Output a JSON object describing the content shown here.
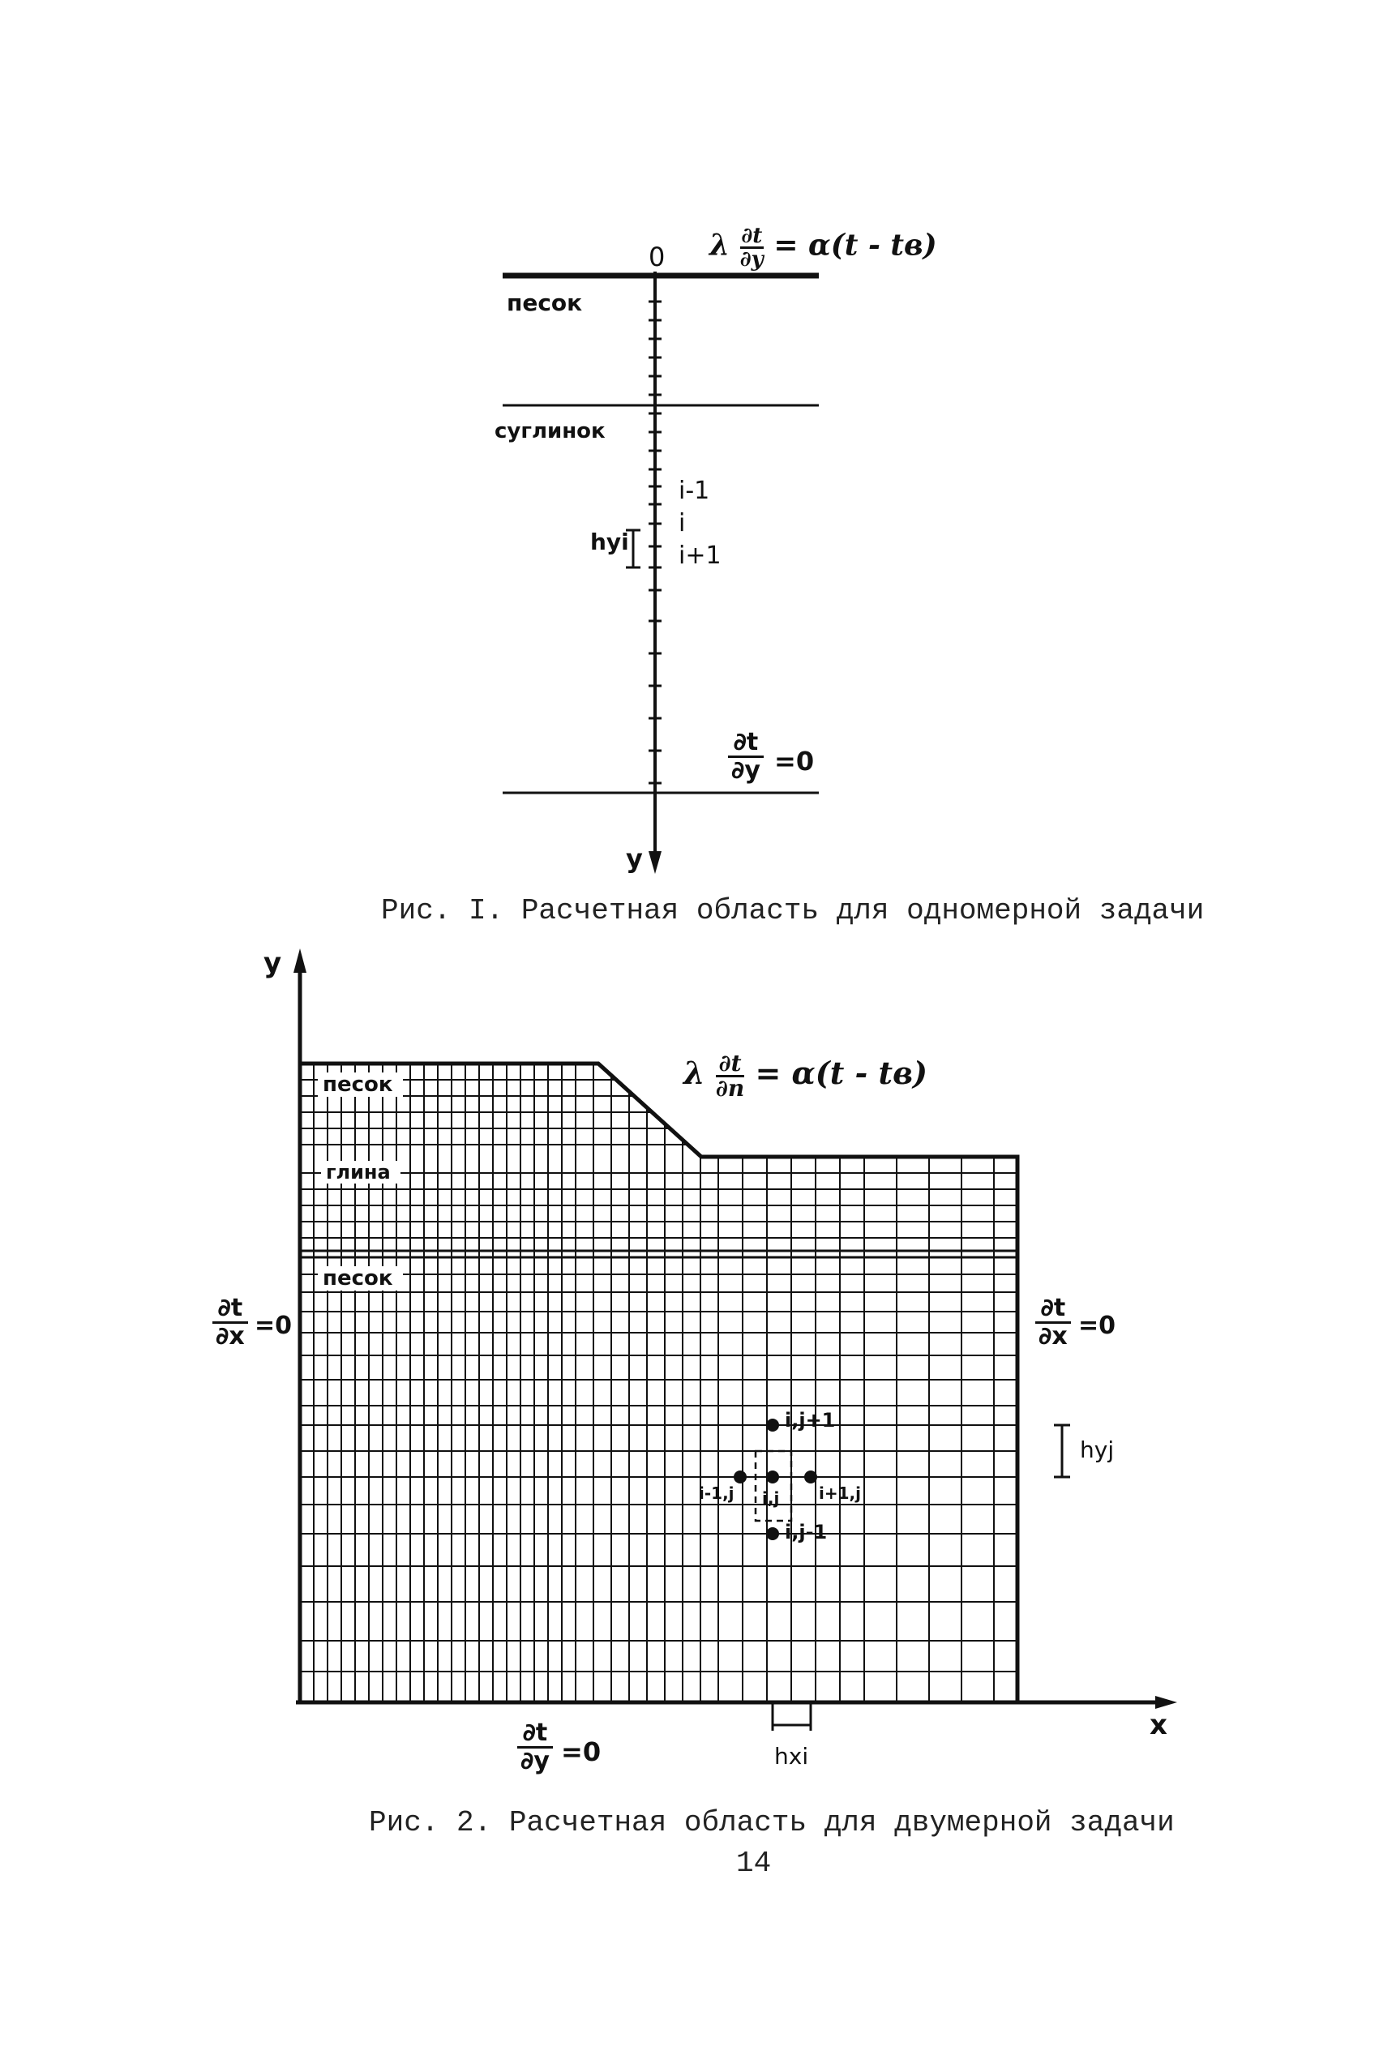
{
  "figure1": {
    "caption": "Рис. I. Расчетная область для одномерной задачи",
    "origin_label": "0",
    "axis_label": "y",
    "top_boundary": {
      "lhs": "λ",
      "num": "∂t",
      "den": "∂y",
      "rhs": "= α(t - tв)"
    },
    "bottom_boundary": {
      "num": "∂t",
      "den": "∂y",
      "rhs": "=0"
    },
    "layers": [
      "песок",
      "суглинок"
    ],
    "node_labels": [
      "i-1",
      "i",
      "i+1"
    ],
    "step_label": "hyi"
  },
  "figure2": {
    "caption": "Рис. 2. Расчетная область для двумерной задачи",
    "axis_x": "x",
    "axis_y": "y",
    "top_boundary": {
      "lhs": "λ",
      "num": "∂t",
      "den": "∂n",
      "rhs": "= α(t - tв)"
    },
    "left_boundary": {
      "num": "∂t",
      "den": "∂x",
      "rhs": "=0"
    },
    "right_boundary": {
      "num": "∂t",
      "den": "∂x",
      "rhs": "=0"
    },
    "bottom_boundary": {
      "num": "∂t",
      "den": "∂y",
      "rhs": "=0"
    },
    "layers": [
      "песок",
      "глина",
      "песок"
    ],
    "nodes": [
      "i,j+1",
      "i-1,j",
      "i,j",
      "i+1,j",
      "i,j-1"
    ],
    "step_y": "hyj",
    "step_x": "hxi"
  },
  "page_number": "14"
}
